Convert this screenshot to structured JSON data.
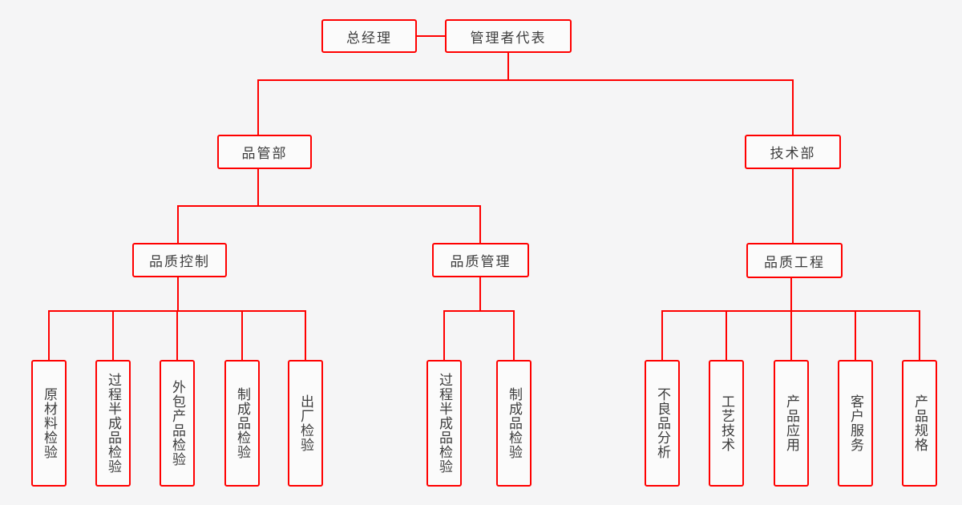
{
  "colors": {
    "bg": "#f5f5f6",
    "fill": "#fbfbfb",
    "line": "#ff0000",
    "text": "#3d3d3d"
  },
  "org": {
    "root": "总经理",
    "rep": "管理者代表",
    "dept_quality": "品管部",
    "dept_tech": "技术部",
    "sec_quality_control": "品质控制",
    "sec_quality_management": "品质管理",
    "sec_quality_engineering": "品质工程",
    "qc_children": [
      "原材料检验",
      "过程半成品检验",
      "外包产品检验",
      "制成品检验",
      "出厂检验"
    ],
    "qm_children": [
      "过程半成品检验",
      "制成品检验"
    ],
    "qe_children": [
      "不良品分析",
      "工艺技术",
      "产品应用",
      "客户服务",
      "产品规格"
    ]
  }
}
